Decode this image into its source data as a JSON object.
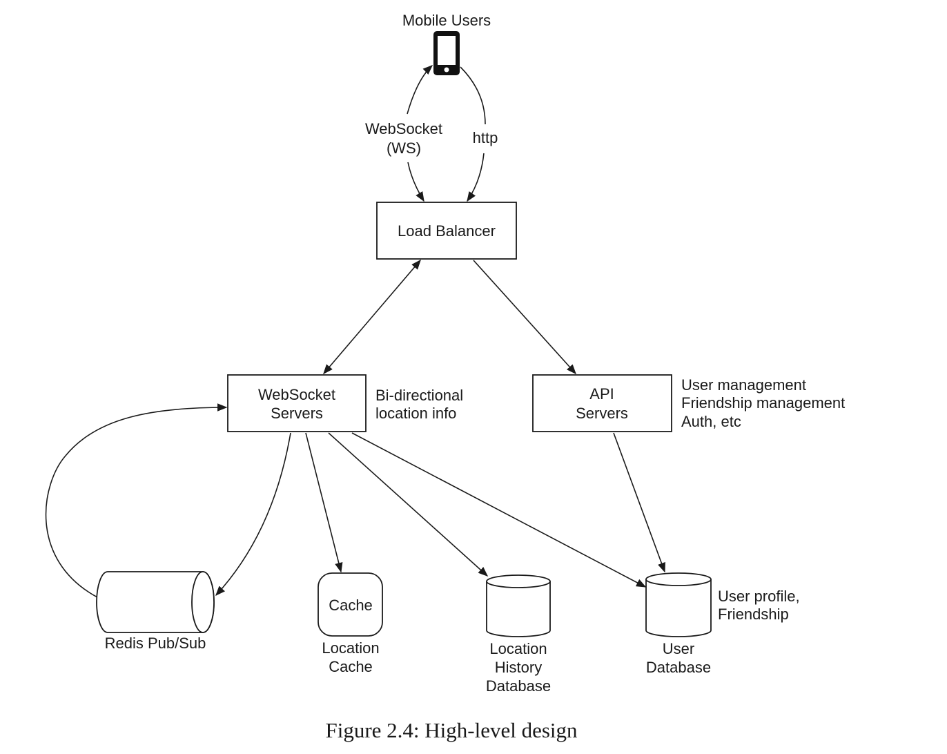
{
  "diagram": {
    "title": "High-level design",
    "nodes": {
      "mobile_users": {
        "label": "Mobile Users",
        "icon": "smartphone-icon"
      },
      "load_balancer": {
        "label": "Load Balancer"
      },
      "websocket_servers": {
        "label_line1": "WebSocket",
        "label_line2": "Servers",
        "note_line1": "Bi-directional",
        "note_line2": "location info"
      },
      "api_servers": {
        "label_line1": "API",
        "label_line2": "Servers",
        "note_line1": "User management",
        "note_line2": "Friendship management",
        "note_line3": "Auth, etc"
      },
      "redis_pubsub": {
        "label": "Redis Pub/Sub"
      },
      "location_cache": {
        "inner_label": "Cache",
        "label_line1": "Location",
        "label_line2": "Cache"
      },
      "location_history_db": {
        "label_line1": "Location",
        "label_line2": "History",
        "label_line3": "Database"
      },
      "user_db": {
        "label_line1": "User",
        "label_line2": "Database",
        "note_line1": "User profile,",
        "note_line2": "Friendship"
      }
    },
    "edges": [
      {
        "from": "load_balancer",
        "to": "mobile_users",
        "label_line1": "WebSocket",
        "label_line2": "(WS)",
        "direction": "bidirectional"
      },
      {
        "from": "mobile_users",
        "to": "load_balancer",
        "label": "http",
        "direction": "one-way"
      },
      {
        "from": "load_balancer",
        "to": "websocket_servers",
        "direction": "bidirectional"
      },
      {
        "from": "load_balancer",
        "to": "api_servers",
        "direction": "one-way"
      },
      {
        "from": "websocket_servers",
        "to": "redis_pubsub",
        "direction": "one-way"
      },
      {
        "from": "redis_pubsub",
        "to": "websocket_servers",
        "direction": "one-way"
      },
      {
        "from": "websocket_servers",
        "to": "location_cache",
        "direction": "one-way"
      },
      {
        "from": "websocket_servers",
        "to": "location_history_db",
        "direction": "one-way"
      },
      {
        "from": "websocket_servers",
        "to": "user_db",
        "direction": "one-way"
      },
      {
        "from": "api_servers",
        "to": "user_db",
        "direction": "one-way"
      }
    ],
    "caption": "Figure 2.4: High-level design"
  }
}
